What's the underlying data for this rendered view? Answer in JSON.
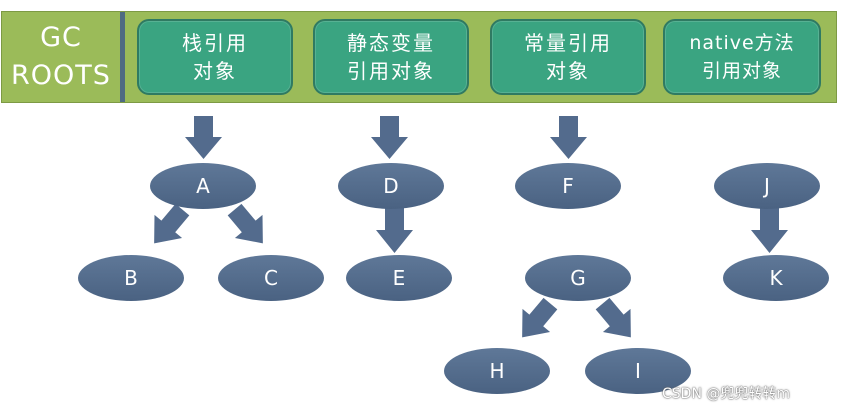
{
  "banner": {
    "label_line1": "GC",
    "label_line2": "ROOTS"
  },
  "roots": [
    {
      "line1": "栈引用",
      "line2": "对象"
    },
    {
      "line1": "静态变量",
      "line2": "引用对象"
    },
    {
      "line1": "常量引用",
      "line2": "对象"
    },
    {
      "line1": "native方法",
      "line2": "引用对象"
    }
  ],
  "nodes": {
    "A": "A",
    "B": "B",
    "C": "C",
    "D": "D",
    "E": "E",
    "F": "F",
    "G": "G",
    "H": "H",
    "I": "I",
    "J": "J",
    "K": "K"
  },
  "colors": {
    "banner": "#9bbb59",
    "root_box": "#3aa481",
    "node": "#536b8d",
    "arrow": "#536b8d"
  },
  "watermark": "CSDN @兜兜转转m"
}
